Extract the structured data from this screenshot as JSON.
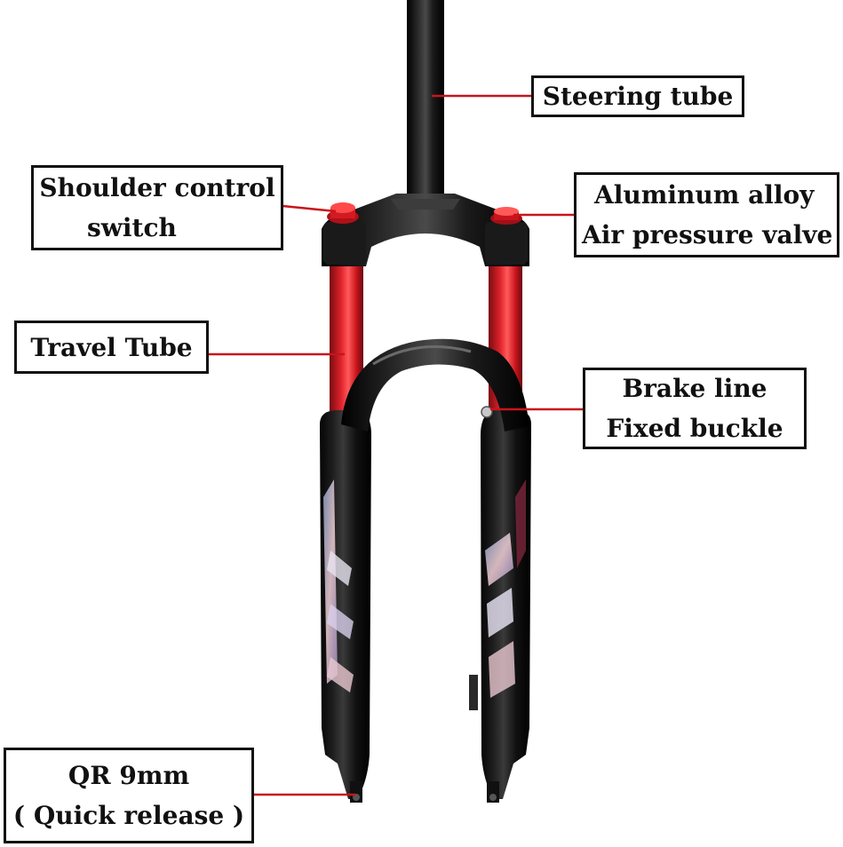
{
  "labels": {
    "steering_tube": "Steering tube",
    "shoulder_control_switch": [
      "Shoulder control",
      "switch"
    ],
    "air_pressure_valve": [
      "Aluminum alloy",
      "Air pressure valve"
    ],
    "travel_tube": "Travel Tube",
    "brake_line_buckle": [
      "Brake line",
      "Fixed buckle"
    ],
    "quick_release": [
      "QR 9mm",
      "( Quick release )"
    ]
  },
  "colors": {
    "leader_line": "#c8141c",
    "stanchion_red": "#c8141c",
    "fork_black": "#0a0a0a",
    "box_border": "#111111"
  }
}
